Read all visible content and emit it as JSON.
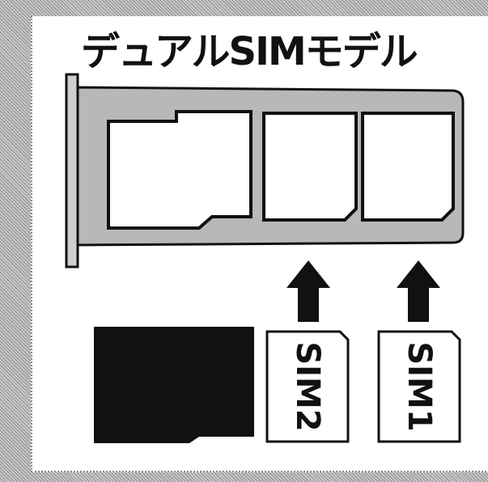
{
  "title": "デュアルSIMモデル",
  "sim_labels": [
    "SIM2",
    "SIM1"
  ],
  "icons": [
    "sim-tray-icon",
    "microsd-card-icon",
    "sim-card-icon",
    "arrow-up-icon"
  ],
  "colors": {
    "ink": "#111111",
    "tray": "#bdbdbd",
    "border": "#8a8a8a"
  }
}
